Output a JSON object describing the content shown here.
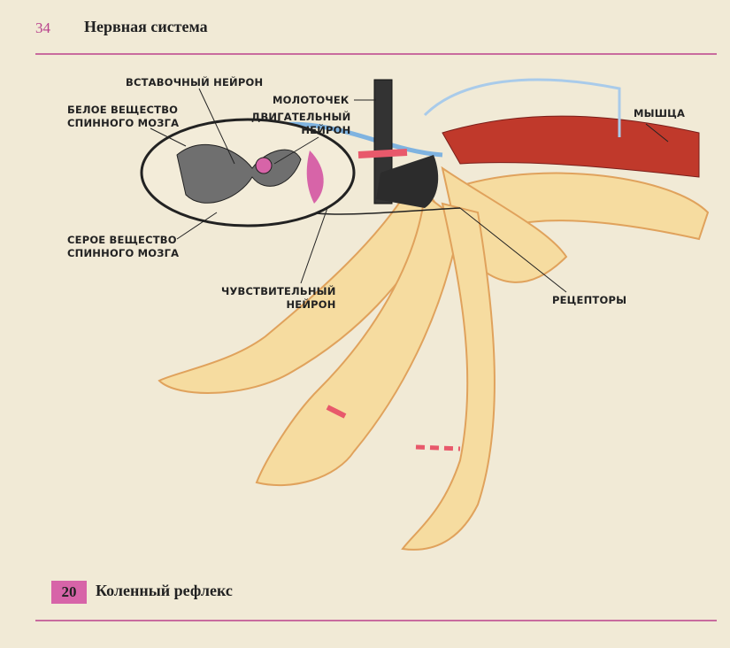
{
  "header": {
    "page_number": "34",
    "section_title": "Нервная система"
  },
  "figure": {
    "labels": {
      "interneuron": "ВСТАВОЧНЫЙ НЕЙРОН",
      "white_matter": "БЕЛОЕ ВЕЩЕСТВО\nСПИННОГО МОЗГА",
      "hammer": "МОЛОТОЧЕК",
      "motor_neuron": "ДВИГАТЕЛЬНЫЙ\nНЕЙРОН",
      "muscle": "МЫШЦА",
      "gray_matter": "СЕРОЕ ВЕЩЕСТВО\nСПИННОГО МОЗГА",
      "sensory_neuron": "ЧУВСТВИТЕЛЬНЫЙ\nНЕЙРОН",
      "receptors": "РЕЦЕПТОРЫ"
    },
    "number": "20",
    "caption": "Коленный рефлекс"
  },
  "colors": {
    "accent": "#d764a8",
    "rule": "#c86b9e",
    "leg": "#f6dca0",
    "muscle": "#c0392b",
    "nerve": "#7fb3e0"
  }
}
